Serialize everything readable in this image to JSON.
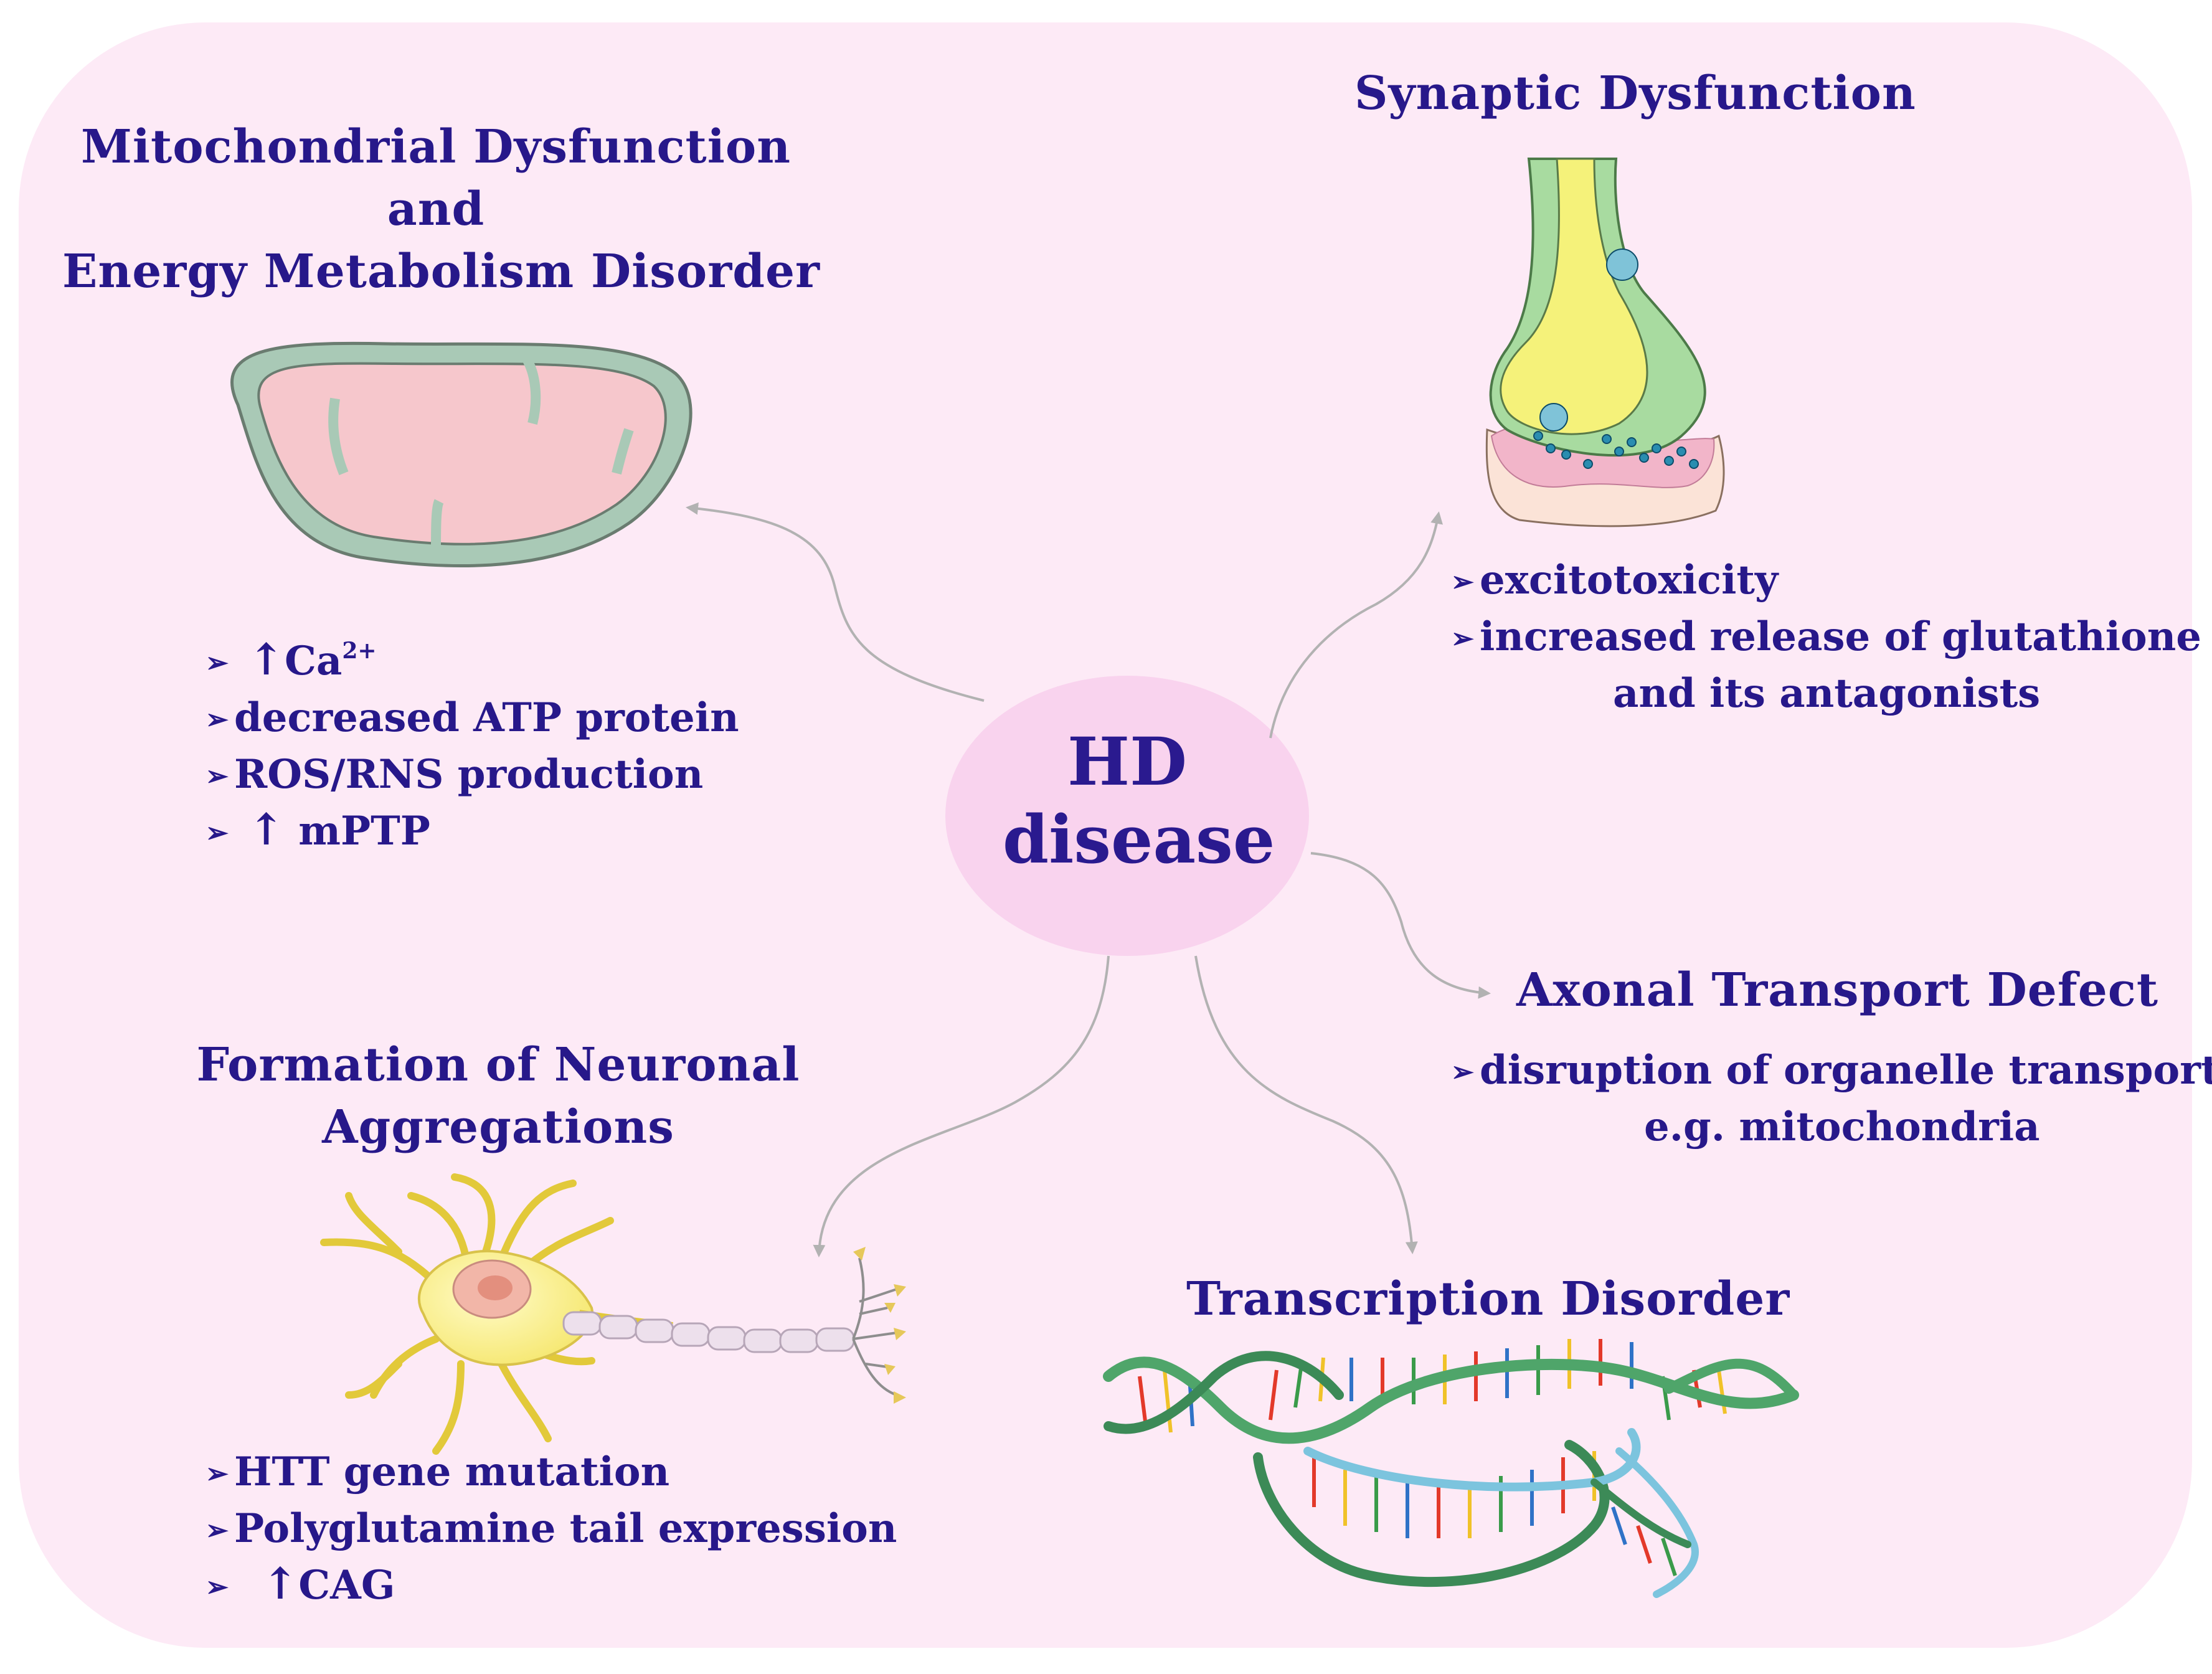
{
  "colors": {
    "text": "#27188a",
    "panel": "#fdeaf6",
    "center_ellipse": "#f9d3ee",
    "arrow": "#b2b2b2"
  },
  "center": {
    "line1": "HD",
    "line2": "disease"
  },
  "mitochondrial": {
    "title_line1": "Mitochondrial Dysfunction",
    "title_line2": "and",
    "title_line3": "Energy Metabolism Disorder",
    "bullets": {
      "b1_text": "Ca",
      "b1_sup": "2+",
      "b2": "decreased ATP protein",
      "b3": "ROS/RNS production",
      "b4": "mPTP"
    },
    "arrow_glyph": "↑",
    "bullet_glyph": "➢"
  },
  "synaptic": {
    "title": "Synaptic Dysfunction",
    "bullet1": "excitotoxicity",
    "bullet2": "increased release of glutathione",
    "bullet2_cont": "and its antagonists"
  },
  "axonal": {
    "title": "Axonal Transport Defect",
    "bullet1": "disruption of organelle transport,",
    "bullet1_cont": "e.g. mitochondria"
  },
  "neuronal": {
    "title_line1": "Formation of Neuronal",
    "title_line2": "Aggregations",
    "bullet1": "HTT gene mutation",
    "bullet2": "Polyglutamine tail expression",
    "bullet3": "CAG"
  },
  "transcription": {
    "title": "Transcription Disorder"
  },
  "icons": [
    "mitochondrion-icon",
    "synapse-icon",
    "neuron-icon",
    "dna-double-helix-icon"
  ]
}
